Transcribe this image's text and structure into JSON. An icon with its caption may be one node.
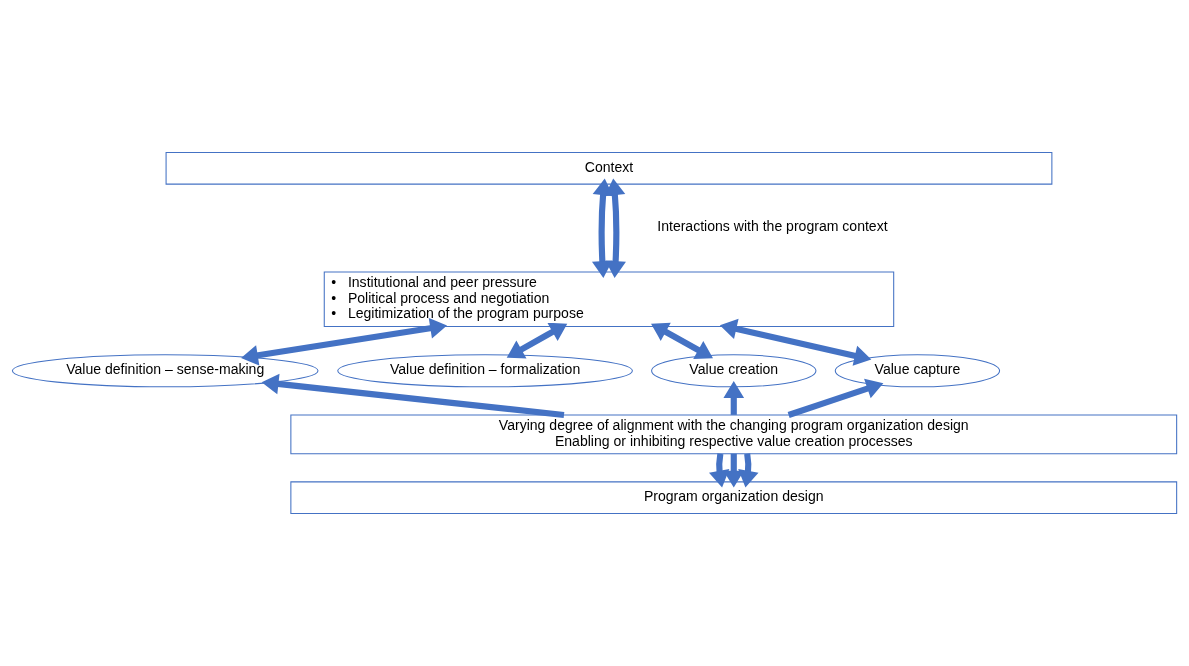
{
  "diagram": {
    "nodes": [
      {
        "text": [
          "Context"
        ]
      },
      {
        "text": [
          "•   Institutional and peer pressure",
          "•   Political process and negotiation",
          "•   Legitimization of the program purpose"
        ]
      },
      {
        "text": [
          "Value definition – sense-making"
        ]
      },
      {
        "text": [
          "Value definition – formalization"
        ]
      },
      {
        "text": [
          "Value creation"
        ]
      },
      {
        "text": [
          "Value capture"
        ]
      },
      {
        "text": [
          "Varying degree of alignment with the changing program organization design",
          "Enabling or inhibiting respective value creation processes"
        ]
      },
      {
        "text": [
          "Program organization design"
        ]
      }
    ],
    "edges": [
      {
        "from": 0,
        "to": 1,
        "arrow": "both"
      },
      {
        "from": 0,
        "to": 1,
        "arrow": "both"
      },
      {
        "from": 1,
        "to": 2,
        "arrow": "both"
      },
      {
        "from": 1,
        "to": 3,
        "arrow": "both"
      },
      {
        "from": 1,
        "to": 4,
        "arrow": "both"
      },
      {
        "from": 1,
        "to": 5,
        "arrow": "both"
      },
      {
        "from": 6,
        "to": 2,
        "arrow": "to"
      },
      {
        "from": 6,
        "to": 4,
        "arrow": "to"
      },
      {
        "from": 6,
        "to": 5,
        "arrow": "to"
      },
      {
        "from": 6,
        "to": 7,
        "arrow": "to"
      },
      {
        "from": 6,
        "to": 7,
        "arrow": "to"
      },
      {
        "from": 6,
        "to": 7,
        "arrow": "to"
      }
    ],
    "labels": [
      "Interactions with the program context"
    ]
  }
}
